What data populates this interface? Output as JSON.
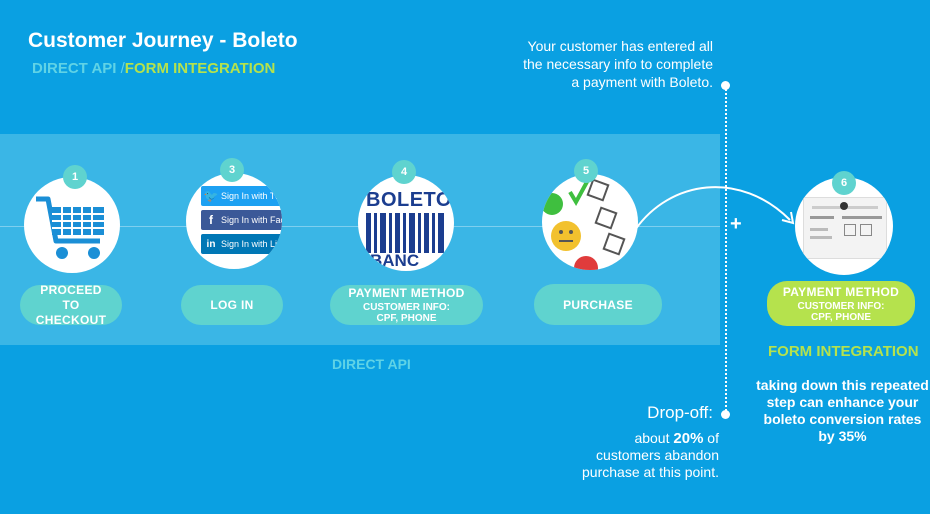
{
  "header": {
    "title": "Customer Journey - Boleto",
    "subtitle_a": "DIRECT API",
    "subtitle_sep": "/",
    "subtitle_b": "FORM INTEGRATION"
  },
  "colors": {
    "background": "#0aa0e2",
    "band": "#3ab6e6",
    "teal": "#5fd3cf",
    "green": "#b5e24d"
  },
  "steps": [
    {
      "number": "1",
      "icon": "shopping-cart-icon",
      "label": "PROCEED TO CHECKOUT"
    },
    {
      "number": "3",
      "icon": "social-login-icon",
      "label": "LOG IN",
      "social": [
        "Sign In with Tw",
        "Sign In with Face",
        "Sign In with Li"
      ]
    },
    {
      "number": "4",
      "icon": "boleto-logo",
      "label": "PAYMENT METHOD",
      "sublabel": "CUSTOMER INFO: CPF, PHONE",
      "logo_text": "BOLETO",
      "logo_text2": "BANC"
    },
    {
      "number": "5",
      "icon": "survey-faces-icon",
      "label": "PURCHASE"
    },
    {
      "number": "6",
      "icon": "payment-form-screenshot",
      "label": "PAYMENT METHOD",
      "sublabel": "CUSTOMER INFO: CPF, PHONE"
    }
  ],
  "labels": {
    "direct_api": "DIRECT API",
    "form_integration": "FORM INTEGRATION"
  },
  "notes": {
    "top": "Your customer has entered all the necessary info to complete a payment with Boleto.",
    "drop_title": "Drop-off:",
    "drop_pre": "about ",
    "drop_pct": "20%",
    "drop_post": " of customers abandon purchase at this point.",
    "form": "taking down this repeated step can enhance your boleto conversion rates by 35%"
  }
}
